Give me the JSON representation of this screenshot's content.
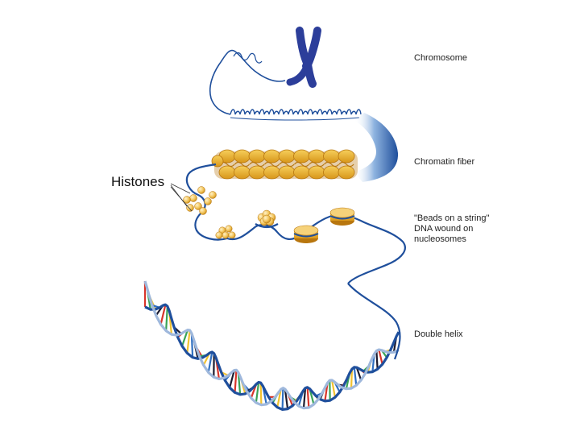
{
  "labels": {
    "chromosome": "Chromosome",
    "chromatin_fiber": "Chromatin fiber",
    "beads_line1": "\"Beads on a string\"",
    "beads_line2": "DNA wound on",
    "beads_line3": "nucleosomes",
    "double_helix": "Double helix",
    "histones": "Histones"
  },
  "colors": {
    "dna_blue": "#1f4f9c",
    "chromosome_blue": "#2c3e9a",
    "histone_gold": "#e8a825",
    "histone_light": "#f6d27a",
    "histone_dark": "#b8760e",
    "base_red": "#d8352a",
    "base_green": "#3aa357",
    "base_yellow": "#f2c230",
    "base_blue": "#2f6fc0",
    "base_dark": "#1b1b2f"
  }
}
